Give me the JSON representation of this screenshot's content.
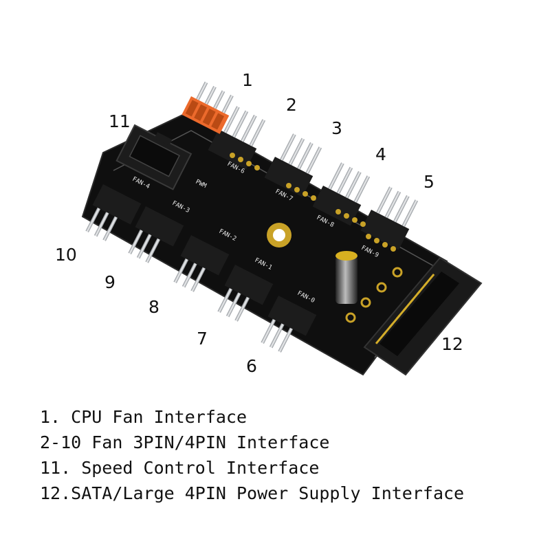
{
  "callouts": [
    "1",
    "2",
    "3",
    "4",
    "5",
    "6",
    "7",
    "8",
    "9",
    "10",
    "11",
    "12"
  ],
  "board": {
    "top_headers": [
      "FAN-6",
      "FAN-7",
      "FAN-8",
      "FAN-9"
    ],
    "bottom_headers": [
      "FAN-4",
      "FAN-3",
      "FAN-2",
      "FAN-1",
      "FAN-0"
    ],
    "pwm_label": "PWM"
  },
  "legend": [
    "1. CPU Fan Interface",
    "2-10 Fan 3PIN/4PIN Interface",
    "11. Speed Control Interface",
    "12.SATA/Large 4PIN Power Supply Interface"
  ],
  "colors": {
    "pcb": "#0f0f0f",
    "connector_orange": "#ec6a2c",
    "gold": "#c9a227",
    "pin_silver": "#bfc3c7",
    "housing_black": "#1c1c1c"
  }
}
